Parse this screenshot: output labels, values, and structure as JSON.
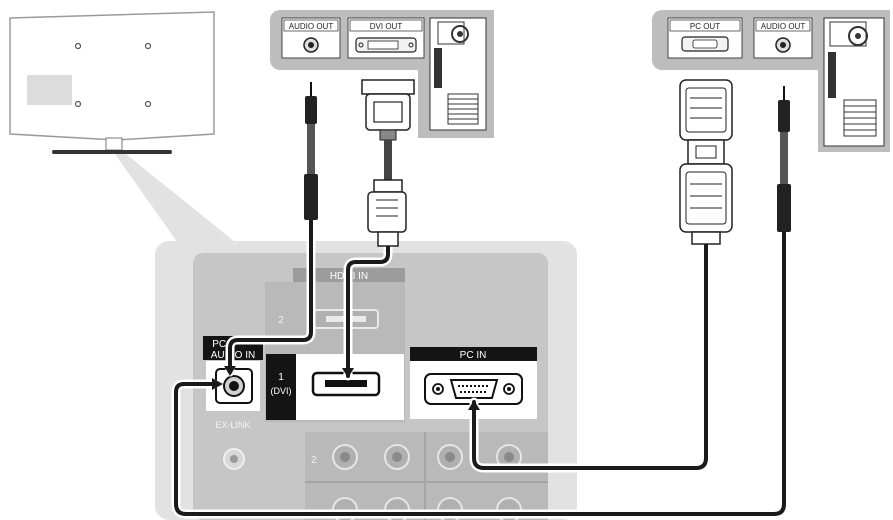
{
  "pc_left": {
    "audio_out_label": "AUDIO OUT",
    "dvi_out_label": "DVI OUT"
  },
  "pc_right": {
    "pc_out_label": "PC OUT",
    "audio_out_label": "AUDIO OUT"
  },
  "tv_panel": {
    "hdmi_in_label": "HDMI IN",
    "hdmi_port_2_label": "2",
    "hdmi_port_1_label": "1",
    "hdmi_port_1_sublabel": "(DVI)",
    "pc_audio_in_label_line1": "PC /",
    "pc_audio_in_label_line2": "AUDIO IN",
    "pc_in_label": "PC IN",
    "ex_link_label": "EX-LINK",
    "component_row_label": "2"
  },
  "colors": {
    "panel_outer": "#e2e2e2",
    "panel_inner": "#c6c6c6",
    "cable": "#1a1a1a",
    "header_bar": "#1e1e1e"
  }
}
